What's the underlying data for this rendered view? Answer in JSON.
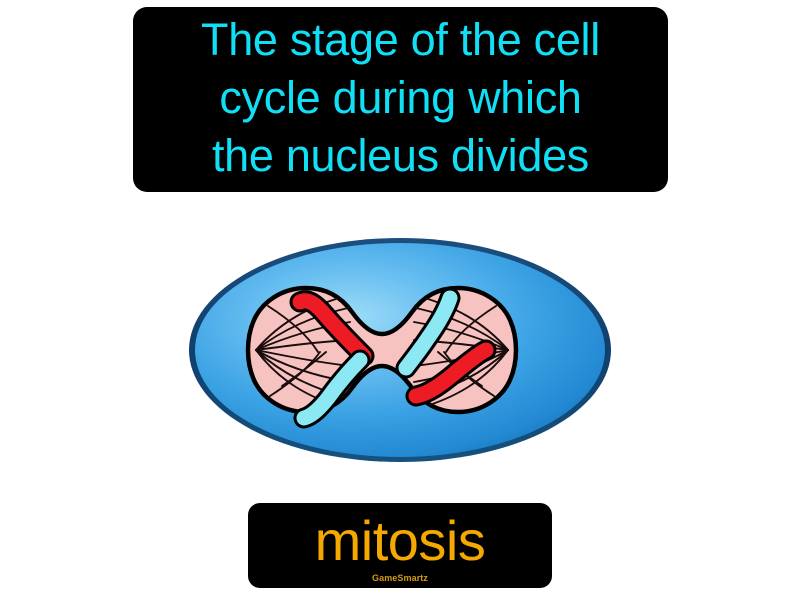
{
  "card": {
    "background_color": "#ffffff",
    "type": "definition-flashcard"
  },
  "definition": {
    "text": "The stage of the cell\ncycle during which\nthe nucleus divides",
    "line1": "The stage of the cell",
    "line2": "cycle during which",
    "line3": "the nucleus divides",
    "text_color": "#10dff5",
    "panel_color": "#000000"
  },
  "term": {
    "label": "mitosis",
    "text_color": "#f5a800",
    "panel_color": "#000000"
  },
  "watermark": {
    "label": "GameSmartz",
    "text_color": "#d39b12"
  },
  "illustration": {
    "name": "mitosis-cell-diagram",
    "description": "Dividing cell with dumbbell shaped nucleus and chromosomes",
    "cell_outline_color": "#0d4f86",
    "cell_fill_light": "#8ed3f5",
    "cell_fill_mid": "#39a0e0",
    "cell_fill_dark": "#1b77c4",
    "nucleus_fill": "#f7c3c0",
    "nucleus_outline": "#000000",
    "spindle_fiber_color": "#1a0d0d",
    "chromosomes": [
      {
        "id": "chromosome-red-upper-left",
        "color": "#ed1c24",
        "outline": "#000000"
      },
      {
        "id": "chromosome-cyan-lower-left",
        "color": "#8ce8f2",
        "outline": "#000000"
      },
      {
        "id": "chromosome-cyan-upper-right",
        "color": "#8ce8f2",
        "outline": "#000000"
      },
      {
        "id": "chromosome-red-lower-right",
        "color": "#ed1c24",
        "outline": "#000000"
      }
    ]
  }
}
